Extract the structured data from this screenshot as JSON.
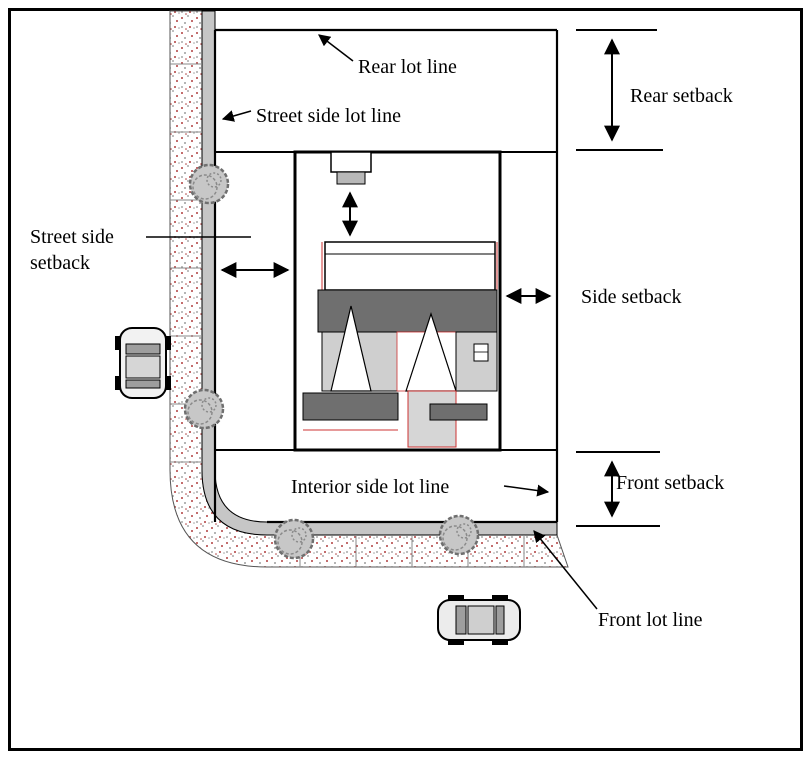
{
  "diagram": {
    "type": "zoning-setback-diagram",
    "labels": {
      "rear_lot_line": "Rear lot line",
      "street_side_lot_line": "Street side lot line",
      "street_side_setback_line1": "Street side",
      "street_side_setback_line2": "setback",
      "rear_setback": "Rear setback",
      "side_setback": "Side setback",
      "front_setback": "Front  setback",
      "interior_side_lot_line": "Interior side lot line",
      "front_lot_line": "Front lot line"
    },
    "colors": {
      "line": "#000000",
      "curb_gray": "#c6c6c6",
      "roof_dark": "#6f6f6f",
      "roof_light": "#cfcfcf",
      "speckle_red": "#b04040",
      "speckle_gray": "#909090",
      "accent_red": "#cc3333",
      "background": "#ffffff"
    }
  }
}
